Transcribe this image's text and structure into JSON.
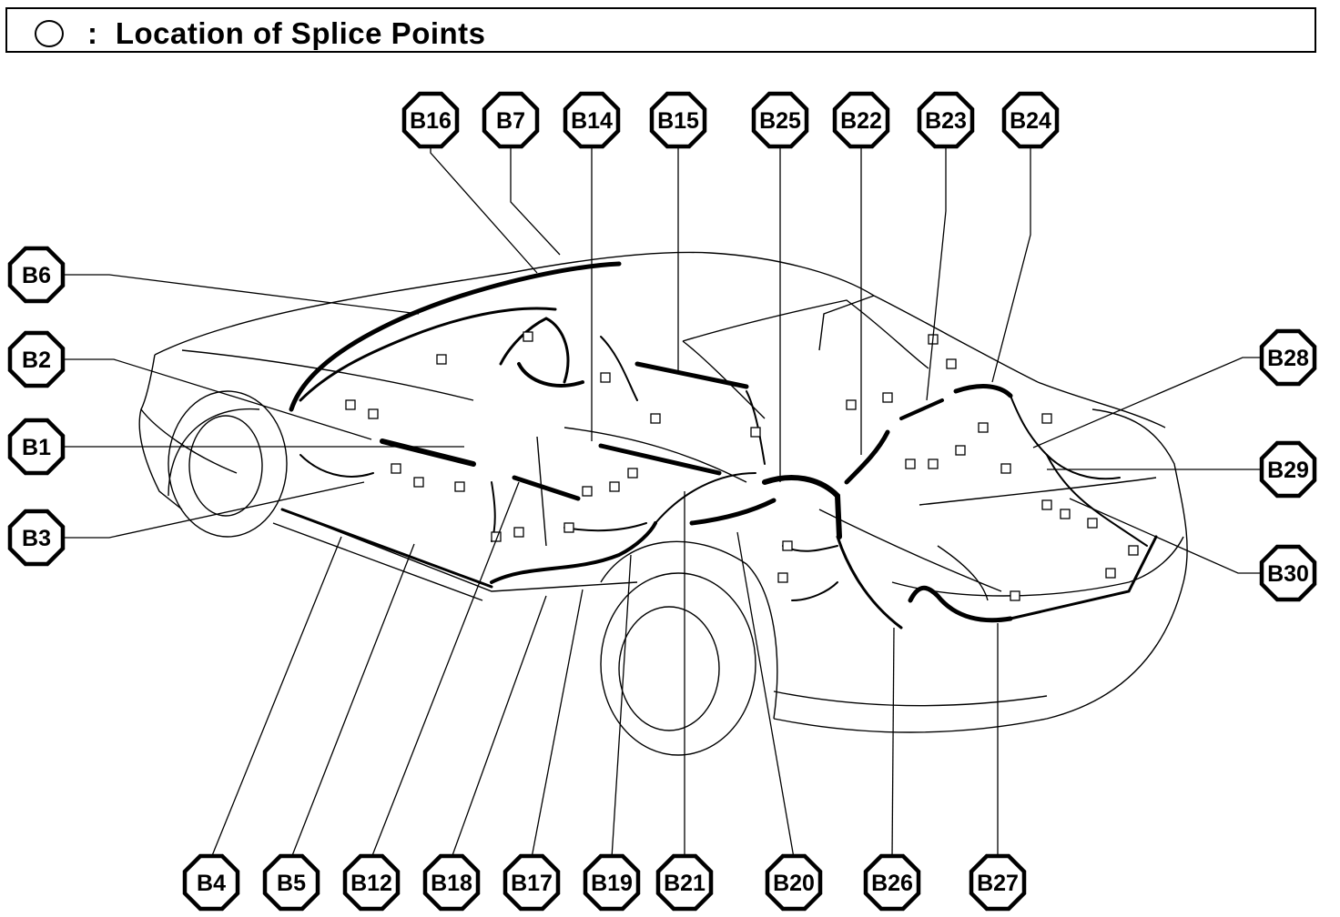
{
  "header": {
    "title": ":  Location of Splice Points"
  },
  "labels": [
    {
      "id": "B16",
      "text": "B16"
    },
    {
      "id": "B7",
      "text": "B7"
    },
    {
      "id": "B14",
      "text": "B14"
    },
    {
      "id": "B15",
      "text": "B15"
    },
    {
      "id": "B25",
      "text": "B25"
    },
    {
      "id": "B22",
      "text": "B22"
    },
    {
      "id": "B23",
      "text": "B23"
    },
    {
      "id": "B24",
      "text": "B24"
    },
    {
      "id": "B6",
      "text": "B6"
    },
    {
      "id": "B2",
      "text": "B2"
    },
    {
      "id": "B1",
      "text": "B1"
    },
    {
      "id": "B3",
      "text": "B3"
    },
    {
      "id": "B28",
      "text": "B28"
    },
    {
      "id": "B29",
      "text": "B29"
    },
    {
      "id": "B30",
      "text": "B30"
    },
    {
      "id": "B4",
      "text": "B4"
    },
    {
      "id": "B5",
      "text": "B5"
    },
    {
      "id": "B12",
      "text": "B12"
    },
    {
      "id": "B18",
      "text": "B18"
    },
    {
      "id": "B17",
      "text": "B17"
    },
    {
      "id": "B19",
      "text": "B19"
    },
    {
      "id": "B21",
      "text": "B21"
    },
    {
      "id": "B20",
      "text": "B20"
    },
    {
      "id": "B26",
      "text": "B26"
    },
    {
      "id": "B27",
      "text": "B27"
    }
  ]
}
